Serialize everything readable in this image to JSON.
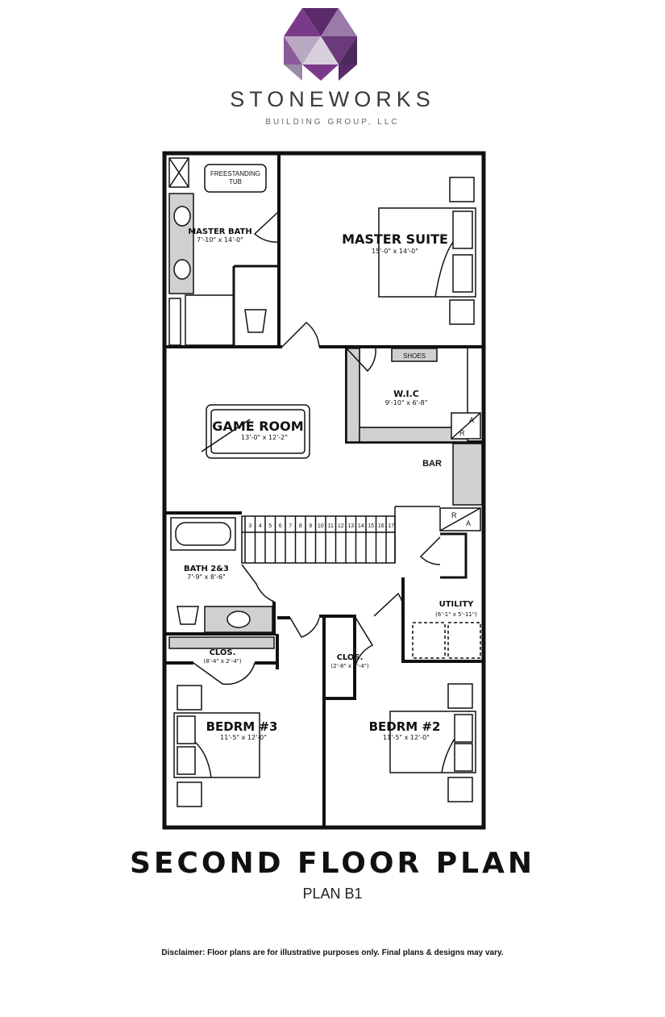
{
  "brand": {
    "name": "STONEWORKS",
    "subtitle": "BUILDING GROUP, LLC"
  },
  "rooms": {
    "master_suite": {
      "name": "MASTER SUITE",
      "dims": "15'-0\" x 14'-0\""
    },
    "master_bath": {
      "name": "MASTER BATH",
      "dims": "7'-10\" x 14'-0\""
    },
    "tub": {
      "name": "FREESTANDING",
      "name2": "TUB"
    },
    "shoes": {
      "name": "SHOES"
    },
    "wic": {
      "name": "W.I.C",
      "dims": "9'-10\" x 6'-8\""
    },
    "game_room": {
      "name": "GAME ROOM",
      "dims": "13'-0\" x 12'-2\""
    },
    "bar": {
      "name": "BAR"
    },
    "bath23": {
      "name": "BATH 2&3",
      "dims": "7'-9\" x 8'-6\""
    },
    "utility": {
      "name": "UTILITY",
      "dims": "(6'-1\" x 5'-11\")"
    },
    "clos3": {
      "name": "CLOS.",
      "dims": "(8'-4\" x 2'-4\")"
    },
    "clos2": {
      "name": "CLOS.",
      "dims": "(2'-8\" x 6'-4\")"
    },
    "bedrm3": {
      "name": "BEDRM #3",
      "dims": "11'-5\" x 12'-0\""
    },
    "bedrm2": {
      "name": "BEDRM #2",
      "dims": "11'-5\" x 12'-0\""
    }
  },
  "fridge_labels": {
    "r": "R",
    "a": "A"
  },
  "stairs": [
    "3",
    "4",
    "5",
    "6",
    "7",
    "8",
    "9",
    "10",
    "11",
    "12",
    "13",
    "14",
    "15",
    "16",
    "17"
  ],
  "title": "SECOND FLOOR PLAN",
  "plan_name": "PLAN B1",
  "disclaimer": "Disclaimer: Floor plans are for illustrative purposes only. Final plans & designs may vary."
}
